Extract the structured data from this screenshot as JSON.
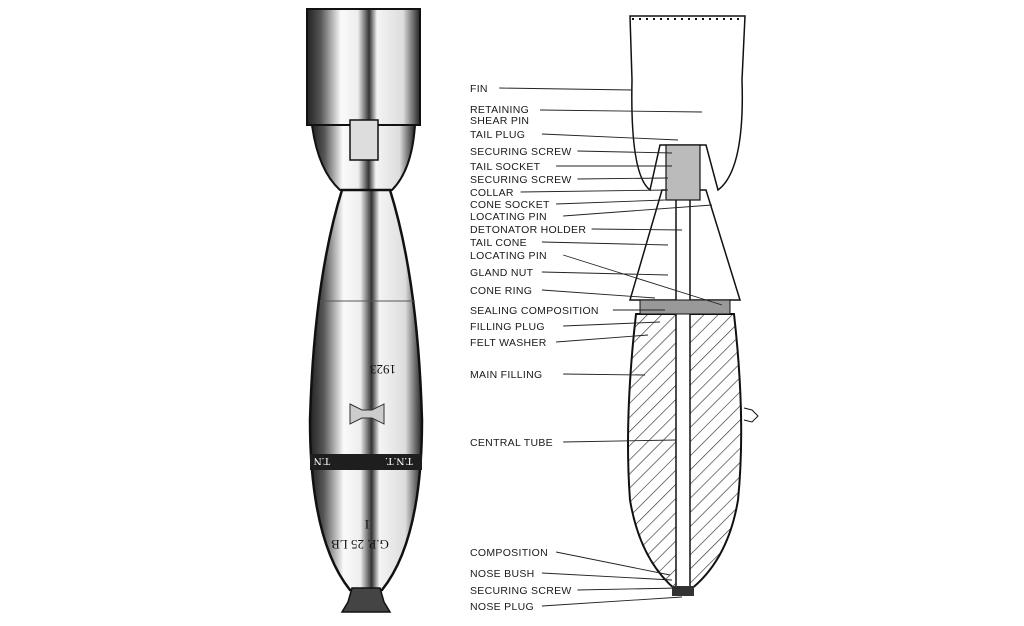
{
  "exterior_view": {
    "markings": {
      "year": "1923",
      "filling": "T.N.T.",
      "filling_partial": "T.N",
      "designation": "G.P. 25 LB",
      "mark_number": "I"
    }
  },
  "sectional_view": {
    "labels": [
      {
        "text": "FIN"
      },
      {
        "text": "RETAINING"
      },
      {
        "text": "SHEAR PIN"
      },
      {
        "text": "TAIL PLUG"
      },
      {
        "text": "SECURING SCREW"
      },
      {
        "text": "TAIL SOCKET"
      },
      {
        "text": "SECURING SCREW"
      },
      {
        "text": "COLLAR"
      },
      {
        "text": "CONE SOCKET"
      },
      {
        "text": "LOCATING PIN"
      },
      {
        "text": "DETONATOR HOLDER"
      },
      {
        "text": "TAIL CONE"
      },
      {
        "text": "LOCATING PIN"
      },
      {
        "text": "GLAND NUT"
      },
      {
        "text": "CONE RING"
      },
      {
        "text": "SEALING COMPOSITION"
      },
      {
        "text": "FILLING PLUG"
      },
      {
        "text": "FELT WASHER"
      },
      {
        "text": "MAIN FILLING"
      },
      {
        "text": "CENTRAL TUBE"
      },
      {
        "text": "COMPOSITION"
      },
      {
        "text": "NOSE BUSH"
      },
      {
        "text": "SECURING SCREW"
      },
      {
        "text": "NOSE PLUG"
      }
    ]
  }
}
